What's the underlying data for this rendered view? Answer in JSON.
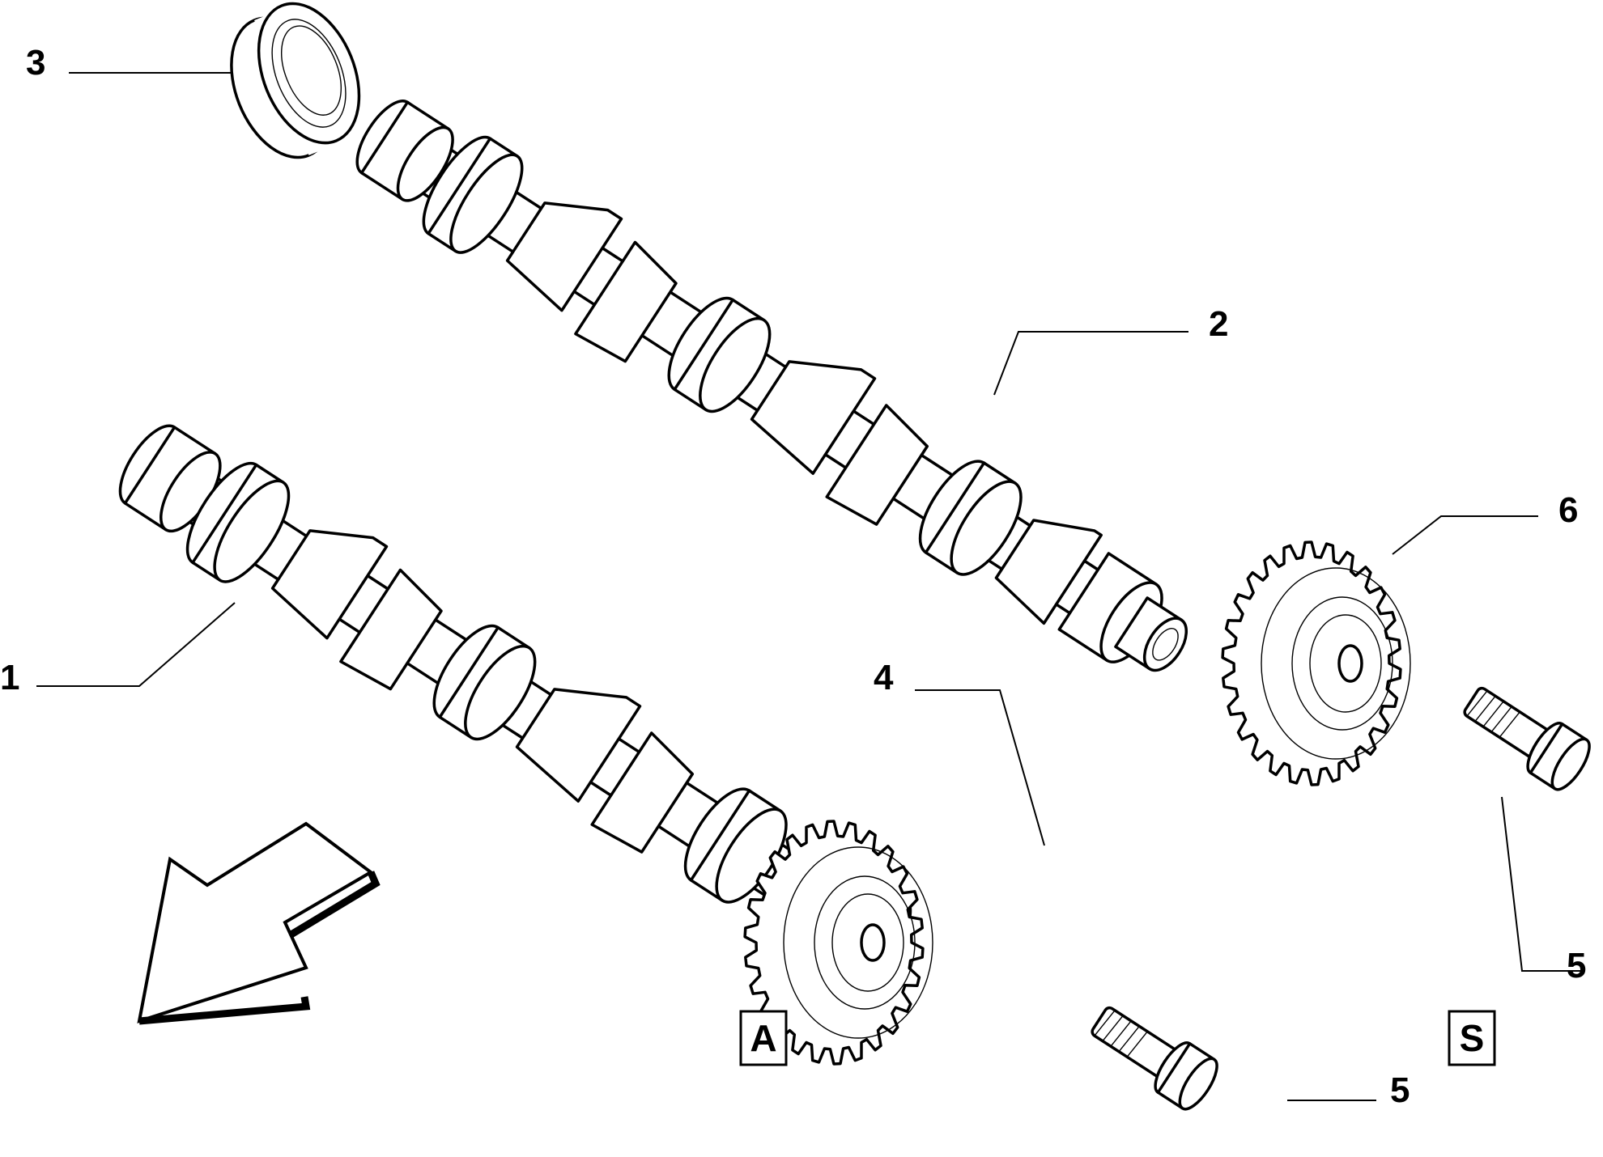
{
  "callouts": {
    "c1": "1",
    "c2": "2",
    "c3": "3",
    "c4": "4",
    "c5a": "5",
    "c5b": "5",
    "c6": "6"
  },
  "variant_boxes": {
    "a": "A",
    "s": "S"
  },
  "colors": {
    "line": "#000000",
    "background": "#ffffff"
  },
  "icons": {
    "direction": "front-direction-arrow-icon"
  }
}
